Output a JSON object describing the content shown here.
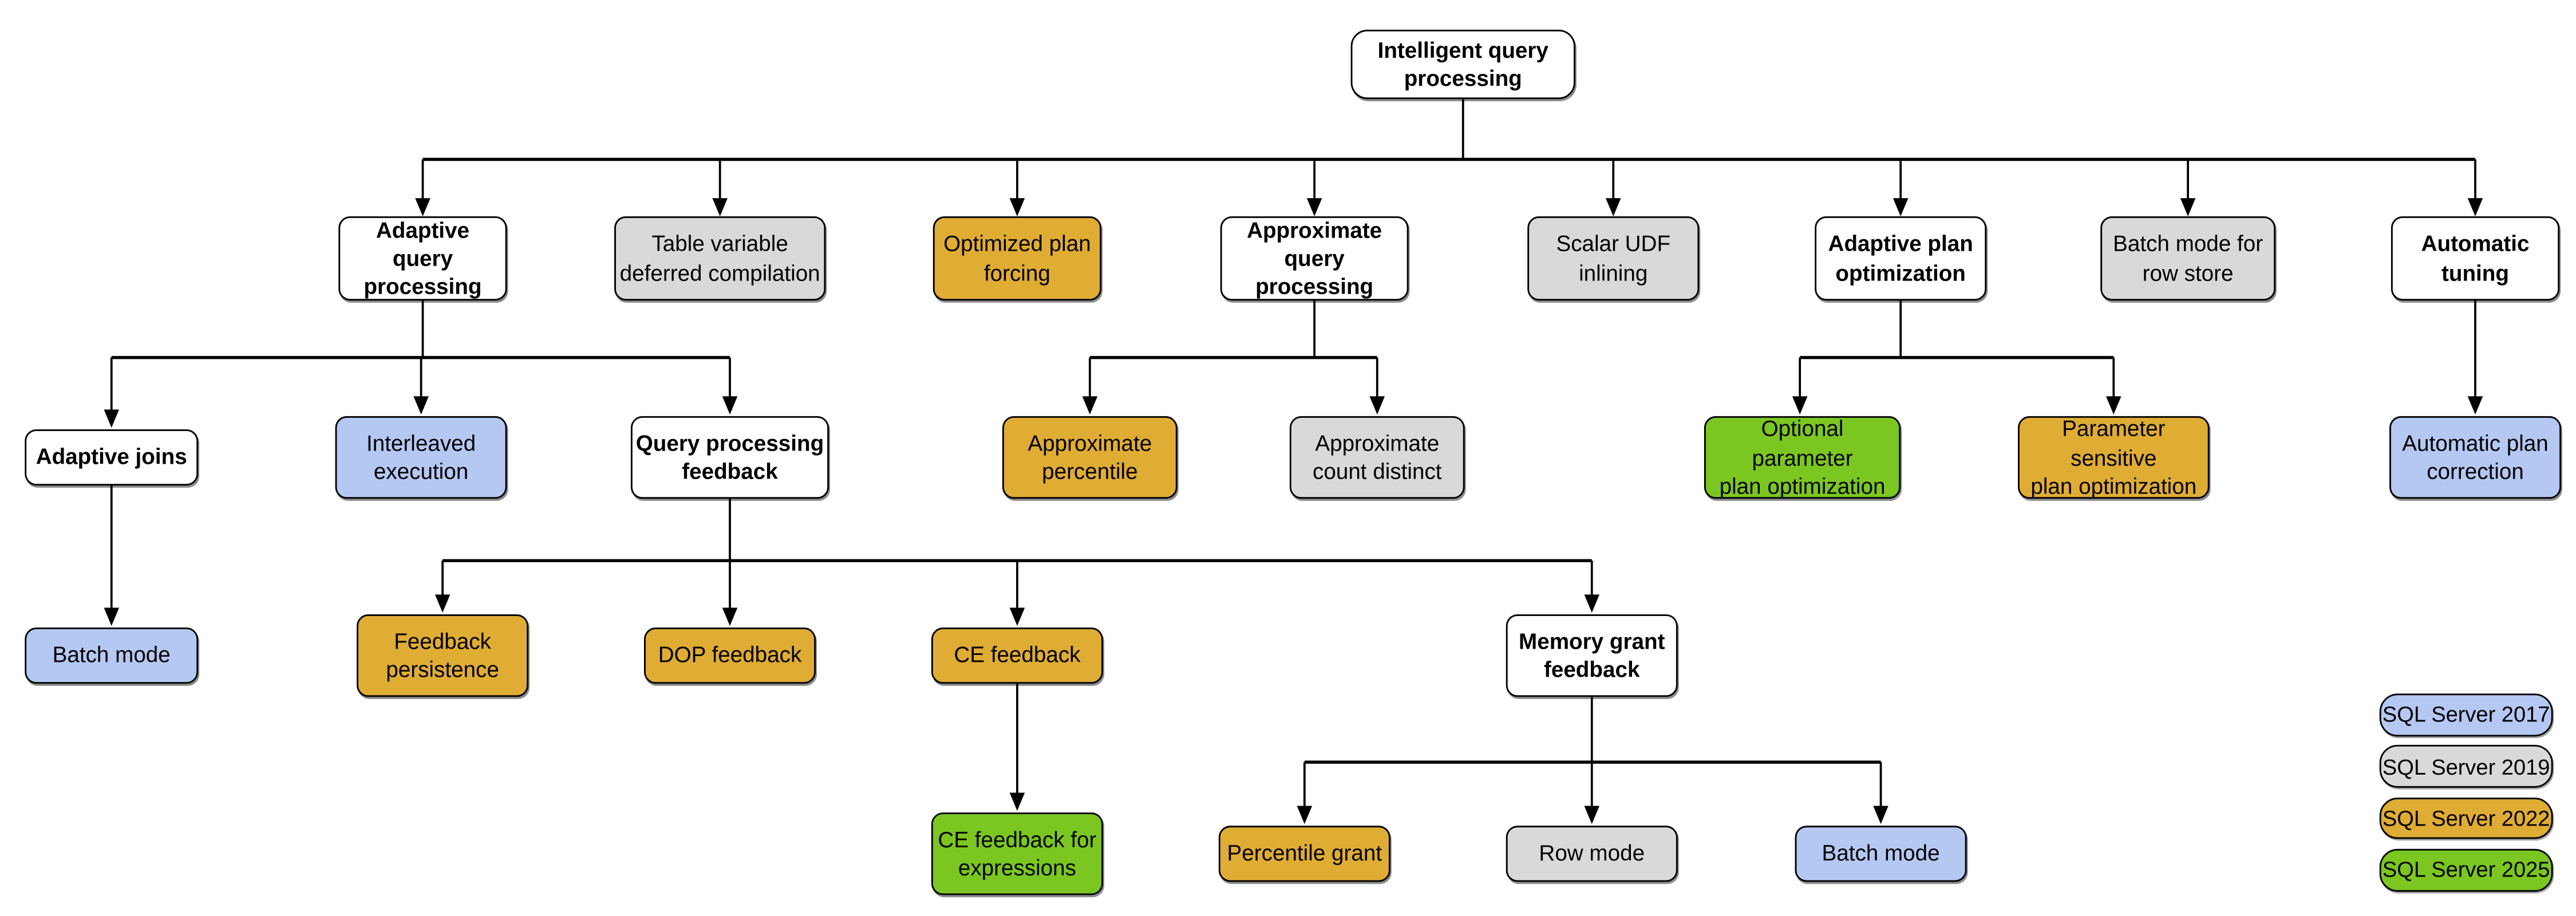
{
  "colors": {
    "2017": "#B5C8F2",
    "2019": "#D9D9D9",
    "2022": "#DFAC34",
    "2025": "#7CC621",
    "category": "#FFFFFF",
    "border": "#000000",
    "background": "#FFFFFF"
  },
  "nodes": [
    {
      "id": "intelligent-query-processing",
      "label": "Intelligent query\nprocessing",
      "version": null
    },
    {
      "id": "adaptive-query-processing",
      "label": "Adaptive query\nprocessing",
      "version": null
    },
    {
      "id": "table-variable-deferred-compilation",
      "label": "Table variable\ndeferred compilation",
      "version": "2019"
    },
    {
      "id": "optimized-plan-forcing",
      "label": "Optimized plan\nforcing",
      "version": "2022"
    },
    {
      "id": "approximate-query-processing",
      "label": "Approximate\nquery processing",
      "version": null
    },
    {
      "id": "scalar-udf-inlining",
      "label": "Scalar UDF\ninlining",
      "version": "2019"
    },
    {
      "id": "adaptive-plan-optimization",
      "label": "Adaptive plan\noptimization",
      "version": null
    },
    {
      "id": "batch-mode-for-row-store",
      "label": "Batch mode for\nrow store",
      "version": "2019"
    },
    {
      "id": "automatic-tuning",
      "label": "Automatic\ntuning",
      "version": null
    },
    {
      "id": "adaptive-joins",
      "label": "Adaptive joins",
      "version": null
    },
    {
      "id": "interleaved-execution",
      "label": "Interleaved\nexecution",
      "version": "2017"
    },
    {
      "id": "query-processing-feedback",
      "label": "Query processing\nfeedback",
      "version": null
    },
    {
      "id": "approximate-percentile",
      "label": "Approximate\npercentile",
      "version": "2022"
    },
    {
      "id": "approximate-count-distinct",
      "label": "Approximate\ncount distinct",
      "version": "2019"
    },
    {
      "id": "optional-parameter-plan-optimization",
      "label": "Optional parameter\nplan optimization",
      "version": "2025"
    },
    {
      "id": "parameter-sensitive-plan-optimization",
      "label": "Parameter sensitive\nplan optimization",
      "version": "2022"
    },
    {
      "id": "automatic-plan-correction",
      "label": "Automatic plan\ncorrection",
      "version": "2017"
    },
    {
      "id": "batch-mode-adaptive-joins",
      "label": "Batch mode",
      "version": "2017"
    },
    {
      "id": "feedback-persistence",
      "label": "Feedback\npersistence",
      "version": "2022"
    },
    {
      "id": "dop-feedback",
      "label": "DOP feedback",
      "version": "2022"
    },
    {
      "id": "ce-feedback",
      "label": "CE feedback",
      "version": "2022"
    },
    {
      "id": "memory-grant-feedback",
      "label": "Memory grant\nfeedback",
      "version": null
    },
    {
      "id": "ce-feedback-for-expressions",
      "label": "CE feedback for\nexpressions",
      "version": "2025"
    },
    {
      "id": "percentile-grant",
      "label": "Percentile grant",
      "version": "2022"
    },
    {
      "id": "row-mode",
      "label": "Row mode",
      "version": "2019"
    },
    {
      "id": "batch-mode-memory-grant",
      "label": "Batch mode",
      "version": "2017"
    }
  ],
  "edges": [
    {
      "from": "intelligent-query-processing",
      "to": "adaptive-query-processing"
    },
    {
      "from": "intelligent-query-processing",
      "to": "table-variable-deferred-compilation"
    },
    {
      "from": "intelligent-query-processing",
      "to": "optimized-plan-forcing"
    },
    {
      "from": "intelligent-query-processing",
      "to": "approximate-query-processing"
    },
    {
      "from": "intelligent-query-processing",
      "to": "scalar-udf-inlining"
    },
    {
      "from": "intelligent-query-processing",
      "to": "adaptive-plan-optimization"
    },
    {
      "from": "intelligent-query-processing",
      "to": "batch-mode-for-row-store"
    },
    {
      "from": "intelligent-query-processing",
      "to": "automatic-tuning"
    },
    {
      "from": "adaptive-query-processing",
      "to": "adaptive-joins"
    },
    {
      "from": "adaptive-query-processing",
      "to": "interleaved-execution"
    },
    {
      "from": "adaptive-query-processing",
      "to": "query-processing-feedback"
    },
    {
      "from": "approximate-query-processing",
      "to": "approximate-percentile"
    },
    {
      "from": "approximate-query-processing",
      "to": "approximate-count-distinct"
    },
    {
      "from": "adaptive-plan-optimization",
      "to": "optional-parameter-plan-optimization"
    },
    {
      "from": "adaptive-plan-optimization",
      "to": "parameter-sensitive-plan-optimization"
    },
    {
      "from": "automatic-tuning",
      "to": "automatic-plan-correction"
    },
    {
      "from": "adaptive-joins",
      "to": "batch-mode-adaptive-joins"
    },
    {
      "from": "query-processing-feedback",
      "to": "feedback-persistence"
    },
    {
      "from": "query-processing-feedback",
      "to": "dop-feedback"
    },
    {
      "from": "query-processing-feedback",
      "to": "ce-feedback"
    },
    {
      "from": "query-processing-feedback",
      "to": "memory-grant-feedback"
    },
    {
      "from": "ce-feedback",
      "to": "ce-feedback-for-expressions"
    },
    {
      "from": "memory-grant-feedback",
      "to": "percentile-grant"
    },
    {
      "from": "memory-grant-feedback",
      "to": "row-mode"
    },
    {
      "from": "memory-grant-feedback",
      "to": "batch-mode-memory-grant"
    }
  ],
  "legend": {
    "items": [
      {
        "label": "SQL Server 2017",
        "version": "2017"
      },
      {
        "label": "SQL Server 2019",
        "version": "2019"
      },
      {
        "label": "SQL Server 2022",
        "version": "2022"
      },
      {
        "label": "SQL Server 2025",
        "version": "2025"
      }
    ]
  }
}
